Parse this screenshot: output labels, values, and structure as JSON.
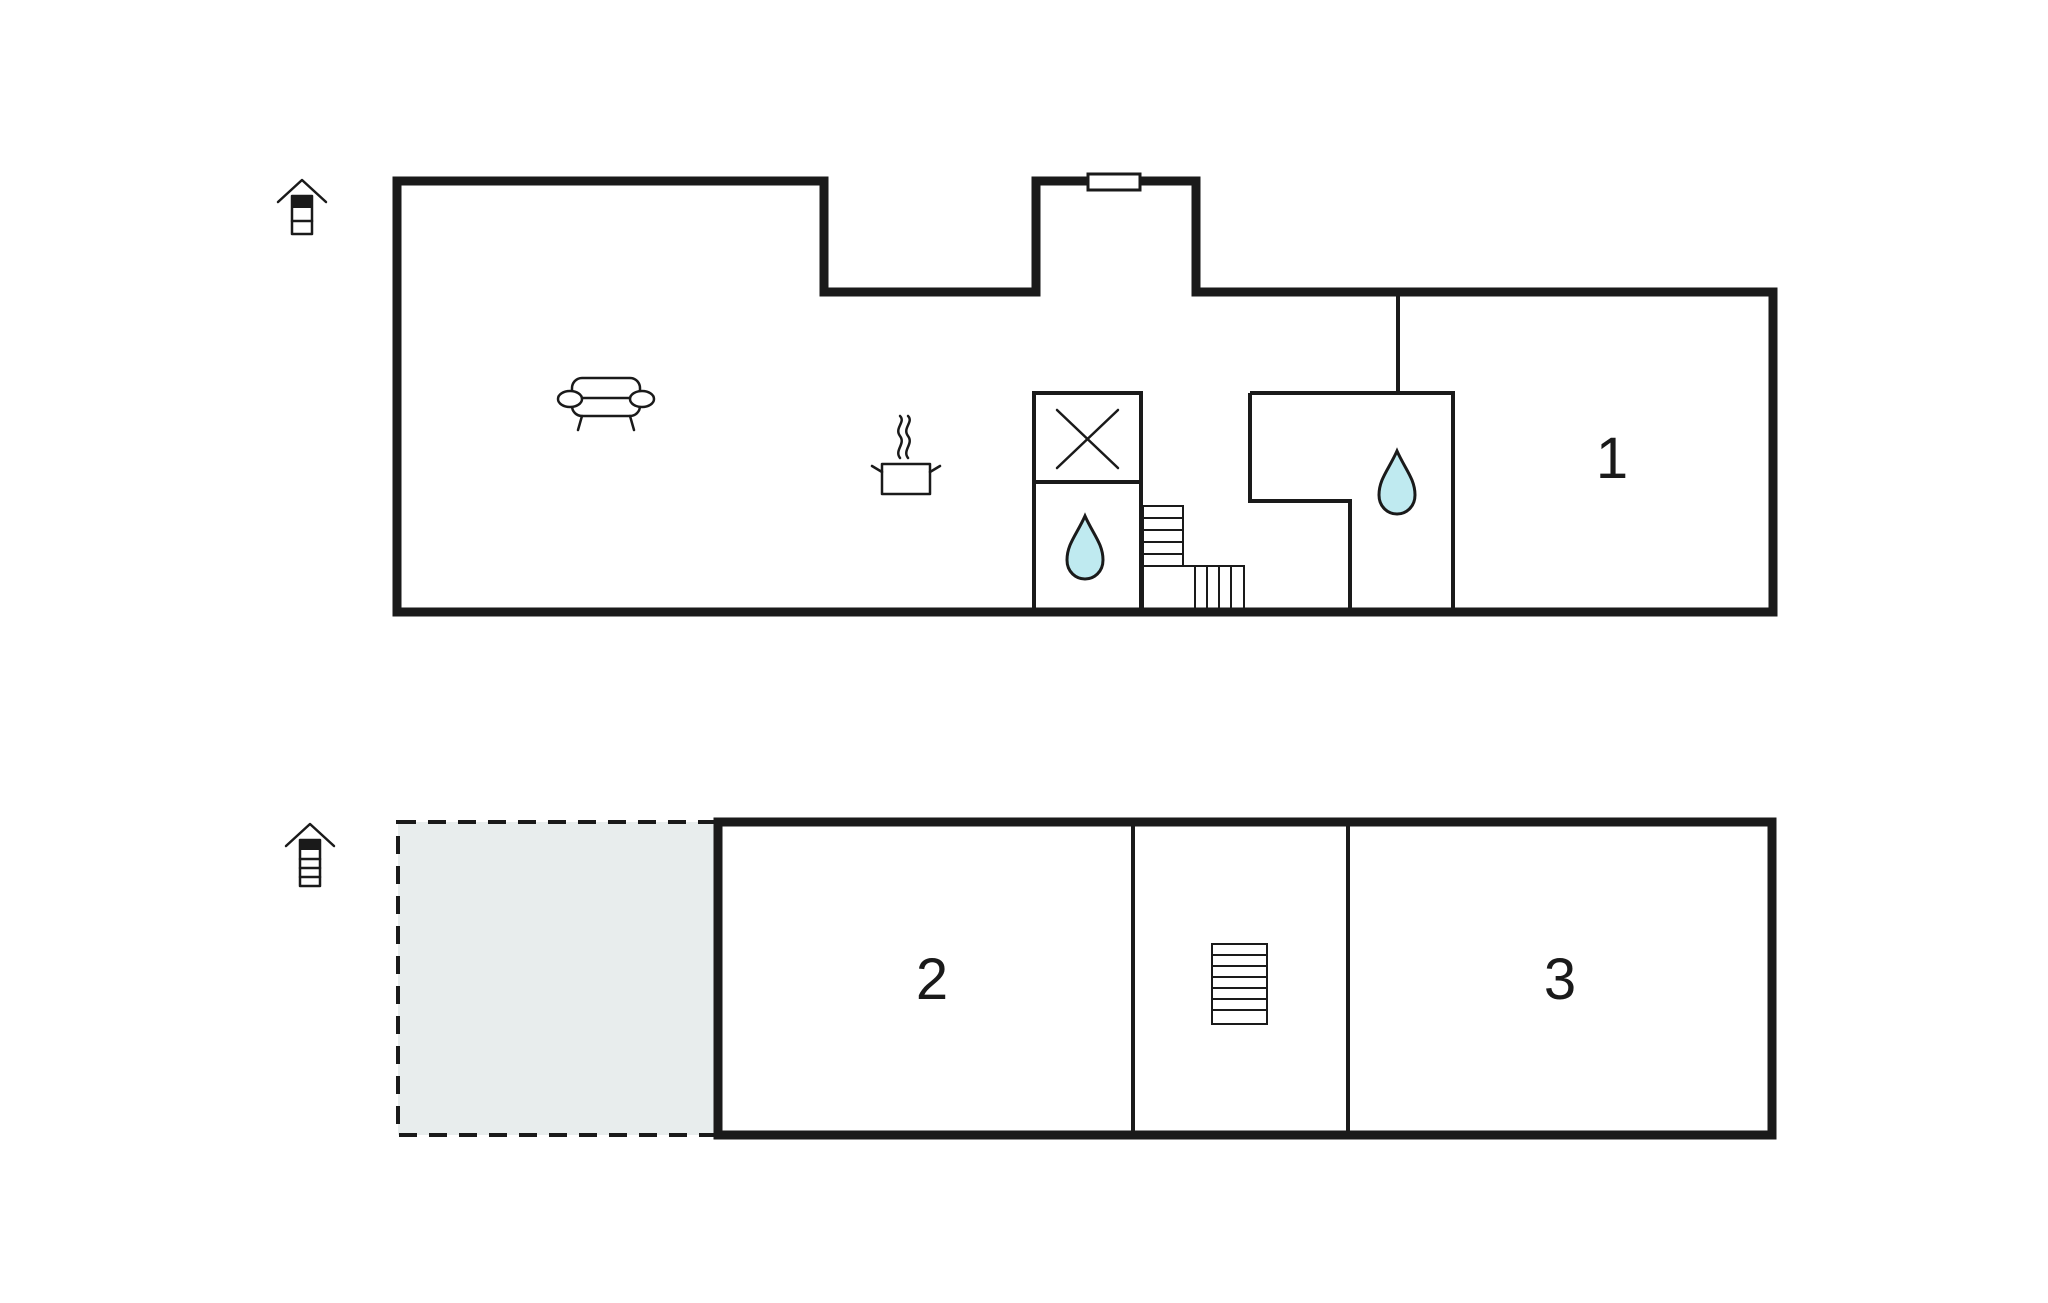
{
  "colors": {
    "wall": "#1a1a1a",
    "water": "#bfeaf0",
    "shaded_area": "#e8eded",
    "background": "#ffffff"
  },
  "floors": [
    {
      "icon": "floor-level-ground-icon",
      "rooms": [
        {
          "label": "1",
          "icon": null
        },
        {
          "label": "",
          "icon": "sofa-icon"
        },
        {
          "label": "",
          "icon": "cooking-pot-icon"
        },
        {
          "label": "",
          "icon": "water-drop-icon"
        },
        {
          "label": "",
          "icon": "water-drop-icon"
        },
        {
          "label": "",
          "icon": "technical-room-cross-icon"
        },
        {
          "label": "",
          "icon": "staircase-icon"
        }
      ]
    },
    {
      "icon": "floor-level-upper-icon",
      "rooms": [
        {
          "label": "2",
          "icon": null
        },
        {
          "label": "",
          "icon": "staircase-icon"
        },
        {
          "label": "3",
          "icon": null
        }
      ]
    }
  ]
}
